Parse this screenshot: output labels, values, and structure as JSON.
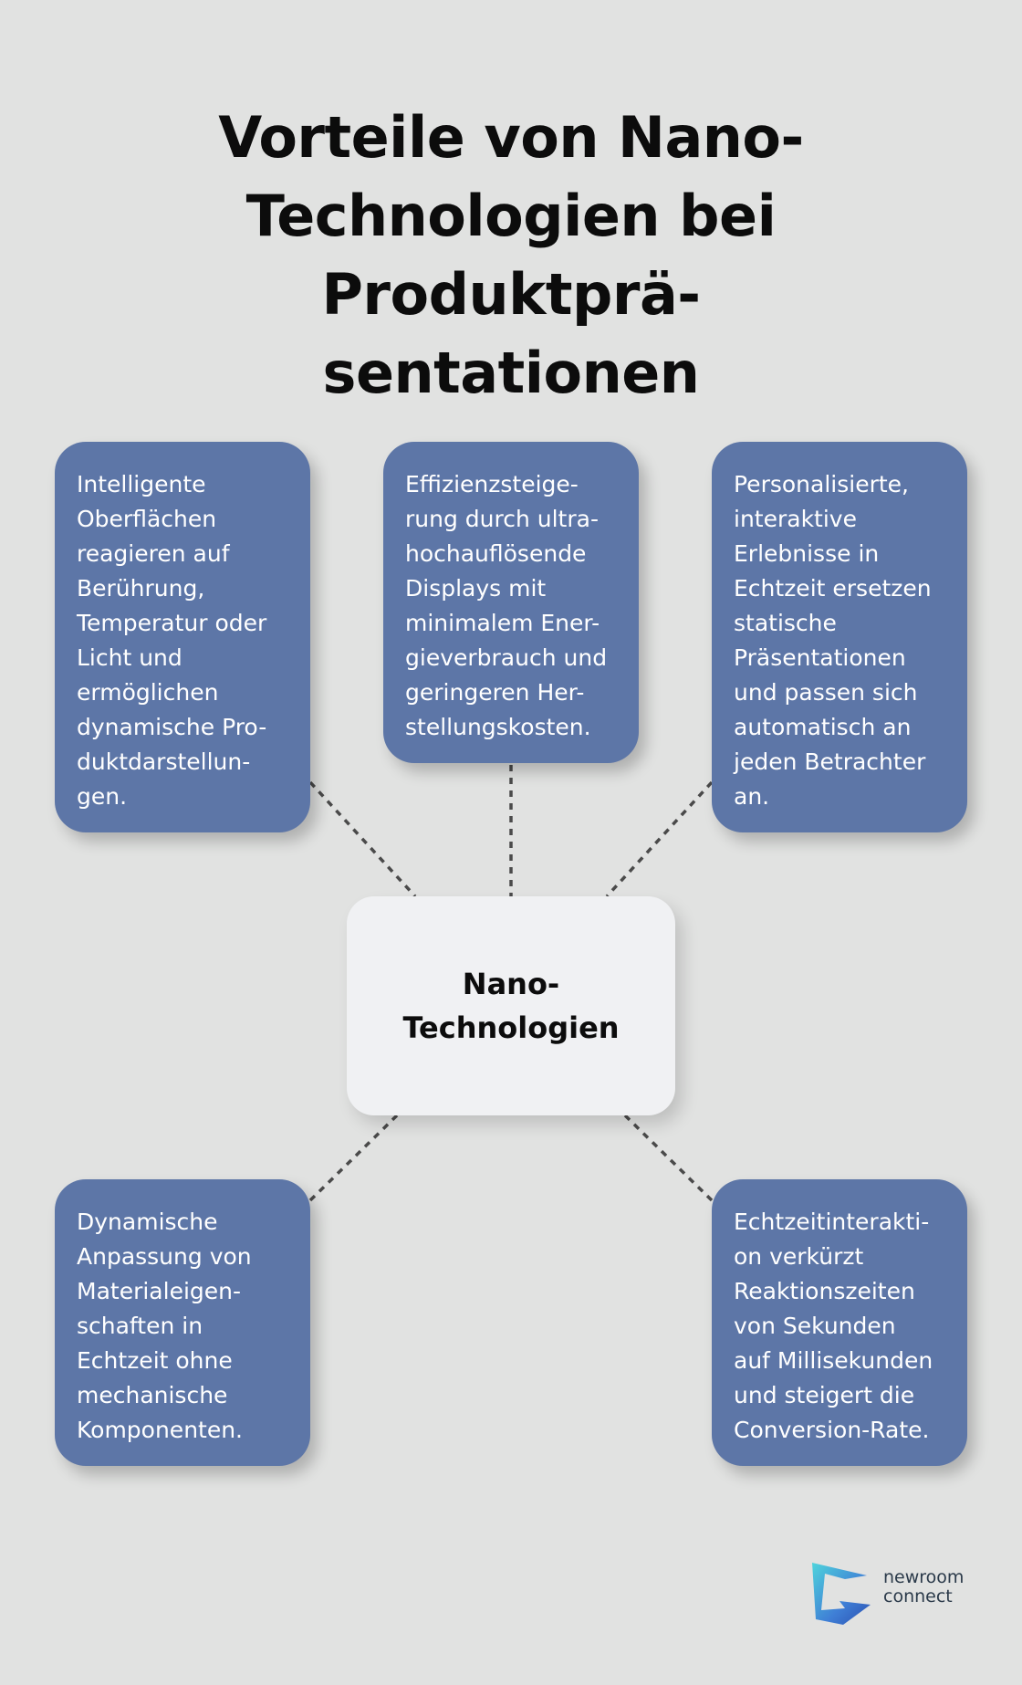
{
  "title": {
    "line1": "Vorteile von Nano-",
    "line2": "Technologien bei Produktprä-",
    "line3": "sentationen"
  },
  "center_node": {
    "line1": "Nano-",
    "line2": "Technologien"
  },
  "boxes": [
    {
      "lines": [
        "Intelligente",
        "Oberflächen",
        "reagieren auf",
        "Berührung,",
        "Temperatur oder",
        "Licht und",
        "ermöglichen",
        "dynamische Pro-",
        "duktdarstellun-",
        "gen."
      ]
    },
    {
      "lines": [
        "Effizienzsteige-",
        "rung durch ultra-",
        "hochauflösende",
        "Displays mit",
        "minimalem Ener-",
        "gieverbrauch und",
        "geringeren Her-",
        "stellungskosten."
      ]
    },
    {
      "lines": [
        "Personalisierte,",
        "interaktive",
        "Erlebnisse in",
        "Echtzeit ersetzen",
        "statische",
        "Präsentationen",
        "und passen sich",
        "automatisch an",
        "jeden Betrachter",
        "an."
      ]
    },
    {
      "lines": [
        "Dynamische",
        "Anpassung von",
        "Materialeigen-",
        "schaften in",
        "Echtzeit ohne",
        "mechanische",
        "Komponenten."
      ]
    },
    {
      "lines": [
        "Echtzeitinterakti-",
        "on verkürzt",
        "Reaktionszeiten",
        "von Sekunden",
        "auf Millisekunden",
        "und steigert die",
        "Conversion-Rate."
      ]
    }
  ],
  "logo": {
    "name": "newroom-connect-logo",
    "line1": "newroom",
    "line2": "connect",
    "colors": [
      "#4fd4dc",
      "#3f7fd6",
      "#2a4fb0"
    ]
  },
  "colors": {
    "background": "#e1e2e1",
    "box": "#5d76a7",
    "center": "#f0f1f3",
    "connector": "#4a4a4a"
  }
}
